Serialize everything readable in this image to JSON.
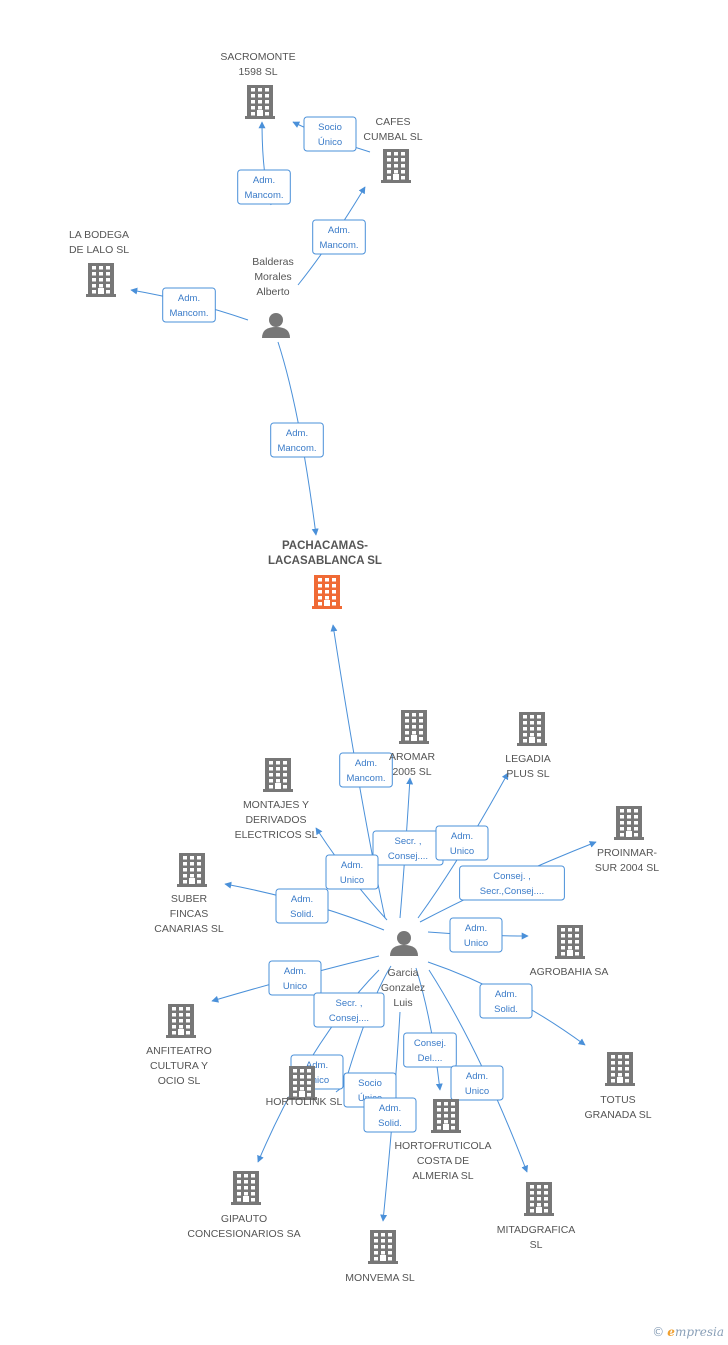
{
  "colors": {
    "edge": "#4a90d9",
    "company": "#777777",
    "main_company": "#f06a35",
    "person": "#777777"
  },
  "nodes": [
    {
      "id": "sacromonte",
      "type": "company",
      "label": [
        "SACROMONTE",
        "1598  SL"
      ]
    },
    {
      "id": "cafes",
      "type": "company",
      "label": [
        "CAFES",
        "CUMBAL SL"
      ]
    },
    {
      "id": "bodega",
      "type": "company",
      "label": [
        "LA BODEGA",
        "DE LALO SL"
      ]
    },
    {
      "id": "balderas",
      "type": "person",
      "label": [
        "Balderas",
        "Morales",
        "Alberto"
      ]
    },
    {
      "id": "pachacamas",
      "type": "main",
      "label": [
        "PACHACAMAS-",
        "LACASABLANCA SL"
      ]
    },
    {
      "id": "aromar",
      "type": "company",
      "label": [
        "AROMAR",
        "2005 SL"
      ]
    },
    {
      "id": "legadia",
      "type": "company",
      "label": [
        "LEGADIA",
        "PLUS SL"
      ]
    },
    {
      "id": "montajes",
      "type": "company",
      "label": [
        "MONTAJES Y",
        "DERIVADOS",
        "ELECTRICOS SL"
      ]
    },
    {
      "id": "proinmar",
      "type": "company",
      "label": [
        "PROINMAR-",
        "SUR 2004 SL"
      ]
    },
    {
      "id": "suber",
      "type": "company",
      "label": [
        "SUBER",
        "FINCAS",
        "CANARIAS  SL"
      ]
    },
    {
      "id": "agrobahia",
      "type": "company",
      "label": [
        "AGROBAHIA SA"
      ]
    },
    {
      "id": "garcia",
      "type": "person",
      "label": [
        "Garcia",
        "Gonzalez",
        "Luis"
      ]
    },
    {
      "id": "anfiteatro",
      "type": "company",
      "label": [
        "ANFITEATRO",
        "CULTURA Y",
        "OCIO SL"
      ]
    },
    {
      "id": "totus",
      "type": "company",
      "label": [
        "TOTUS",
        "GRANADA SL"
      ]
    },
    {
      "id": "hortolink",
      "type": "company",
      "label": [
        "HORTOLINK SL"
      ]
    },
    {
      "id": "hortofruticola",
      "type": "company",
      "label": [
        "HORTOFRUTICOLA",
        "COSTA DE",
        "ALMERIA SL"
      ]
    },
    {
      "id": "gipauto",
      "type": "company",
      "label": [
        "GIPAUTO",
        "CONCESIONARIOS SA"
      ]
    },
    {
      "id": "mitadgrafica",
      "type": "company",
      "label": [
        "MITADGRAFICA",
        "SL"
      ]
    },
    {
      "id": "monvema",
      "type": "company",
      "label": [
        "MONVEMA SL"
      ]
    }
  ],
  "edges": [
    {
      "from": "balderas",
      "to": "sacromonte",
      "label": [
        "Adm.",
        "Mancom."
      ]
    },
    {
      "from": "cafes",
      "to": "sacromonte",
      "label": [
        "Socio",
        "Único"
      ]
    },
    {
      "from": "balderas",
      "to": "cafes",
      "label": [
        "Adm.",
        "Mancom."
      ]
    },
    {
      "from": "balderas",
      "to": "bodega",
      "label": [
        "Adm.",
        "Mancom."
      ]
    },
    {
      "from": "balderas",
      "to": "pachacamas",
      "label": [
        "Adm.",
        "Mancom."
      ]
    },
    {
      "from": "garcia",
      "to": "pachacamas",
      "label": [
        "Adm.",
        "Mancom."
      ]
    },
    {
      "from": "garcia",
      "to": "aromar",
      "label": [
        "Secr. ,",
        "Consej...."
      ]
    },
    {
      "from": "garcia",
      "to": "legadia",
      "label": [
        "Adm.",
        "Unico"
      ]
    },
    {
      "from": "garcia",
      "to": "montajes",
      "label": [
        "Adm.",
        "Unico"
      ]
    },
    {
      "from": "garcia",
      "to": "proinmar",
      "label": [
        "Consej. ,",
        "Secr.,Consej...."
      ]
    },
    {
      "from": "garcia",
      "to": "suber",
      "label": [
        "Adm.",
        "Solid."
      ]
    },
    {
      "from": "garcia",
      "to": "agrobahia",
      "label": [
        "Adm.",
        "Unico"
      ]
    },
    {
      "from": "garcia",
      "to": "anfiteatro",
      "label": [
        "Adm.",
        "Unico"
      ]
    },
    {
      "from": "garcia",
      "to": "totus",
      "label": [
        "Adm.",
        "Solid."
      ]
    },
    {
      "from": "garcia",
      "to": "hortolink",
      "label": [
        "Secr. ,",
        "Consej...."
      ]
    },
    {
      "from": "garcia",
      "to": "hortofruticola",
      "label": [
        "Consej.",
        "Del...."
      ]
    },
    {
      "from": "garcia",
      "to": "gipauto",
      "label": [
        "Adm.",
        "Unico"
      ]
    },
    {
      "from": "garcia",
      "to": "mitadgrafica",
      "label": [
        "Adm.",
        "Unico"
      ]
    },
    {
      "from": "hortolink",
      "to": "monvema",
      "label": [
        "Socio",
        "Único"
      ]
    },
    {
      "from": "garcia",
      "to": "monvema",
      "label": [
        "Adm.",
        "Solid."
      ]
    }
  ],
  "brand": {
    "copyright": "©",
    "initial": "e",
    "name": "mpresia"
  }
}
